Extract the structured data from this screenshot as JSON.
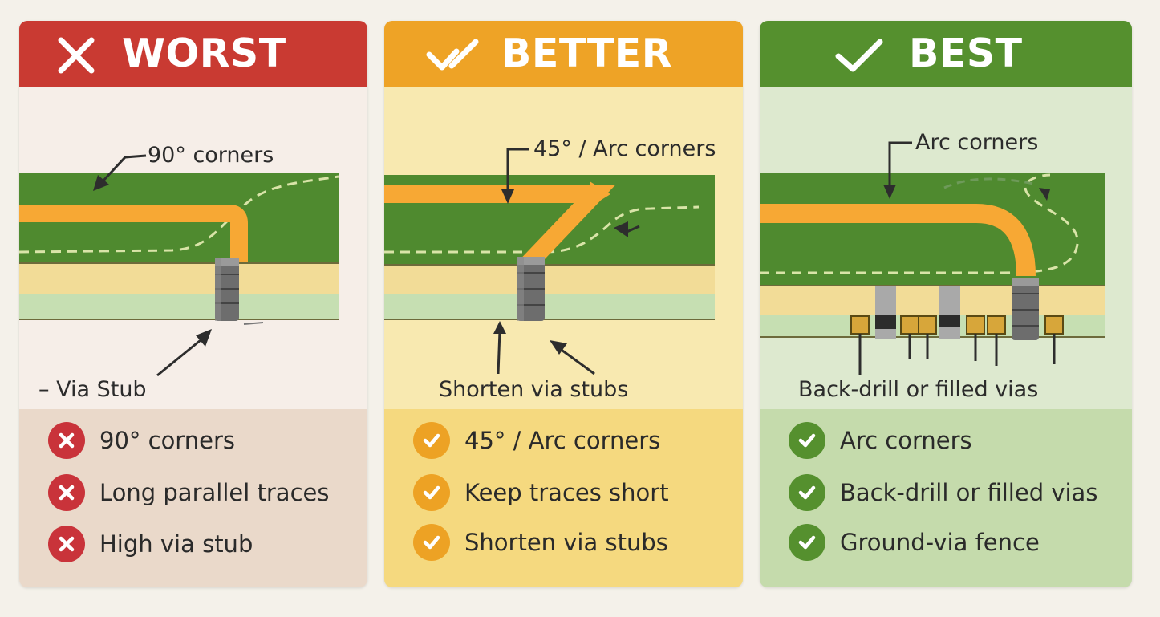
{
  "panels": {
    "worst": {
      "title": "WORST",
      "icon": "x-icon",
      "color": "#c93a32",
      "diagram_labels": {
        "corner": "90° corners",
        "stub": "– Via Stub"
      },
      "items": [
        {
          "icon": "x-icon",
          "text": "90° corners"
        },
        {
          "icon": "x-icon",
          "text": "Long parallel traces"
        },
        {
          "icon": "x-icon",
          "text": "High via stub"
        }
      ]
    },
    "better": {
      "title": "BETTER",
      "icon": "check-icon",
      "color": "#eea326",
      "diagram_labels": {
        "corner": "45° / Arc corners",
        "stub": "Shorten via stubs"
      },
      "items": [
        {
          "icon": "check-icon",
          "text": "45° / Arc corners"
        },
        {
          "icon": "check-icon",
          "text": "Keep traces short"
        },
        {
          "icon": "check-icon",
          "text": "Shorten via stubs"
        }
      ]
    },
    "best": {
      "title": "BEST",
      "icon": "check-icon",
      "color": "#55902e",
      "diagram_labels": {
        "corner": "Arc corners",
        "stub": "Back-drill or filled vias"
      },
      "items": [
        {
          "icon": "check-icon",
          "text": "Arc corners"
        },
        {
          "icon": "check-icon",
          "text": "Back-drill or filled vias"
        },
        {
          "icon": "check-icon",
          "text": "Ground-via fence"
        }
      ]
    }
  }
}
